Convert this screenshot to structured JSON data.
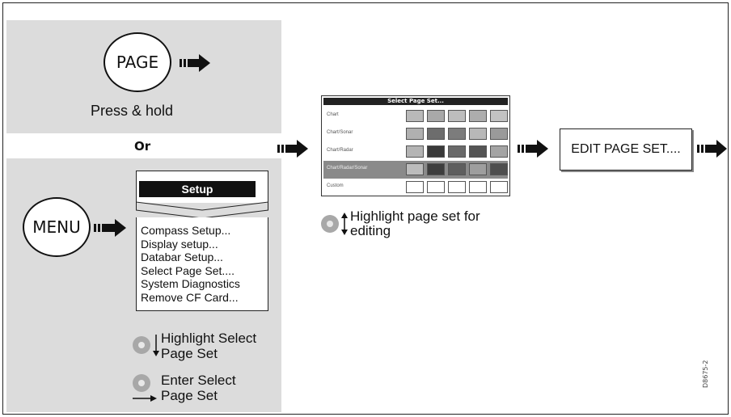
{
  "diagram_id": "D8675-2",
  "page_button": {
    "label": "PAGE",
    "hint": "Press & hold"
  },
  "or_label": "Or",
  "menu_button": {
    "label": "MENU"
  },
  "setup_menu": {
    "title": "Setup",
    "items": [
      "Compass Setup...",
      "Display setup...",
      "Databar Setup...",
      "Select Page Set....",
      "System Diagnostics",
      "Remove CF Card..."
    ]
  },
  "nav_steps": [
    {
      "line1": "Highlight Select",
      "line2": "Page Set",
      "icon": "trackpad-down-icon"
    },
    {
      "line1": "Enter Select",
      "line2": "Page Set",
      "icon": "trackpad-enter-icon"
    }
  ],
  "select_page_set_screen": {
    "title": "Select Page Set...",
    "rows": [
      "Chart",
      "Chart/Sonar",
      "Chart/Radar",
      "Chart/Radar/Sonar",
      "Custom"
    ],
    "highlighted_row": 3
  },
  "highlight_step": {
    "line1": "Highlight page set for",
    "line2": "editing",
    "icon": "trackpad-updown-icon"
  },
  "edit_button": {
    "label": "EDIT PAGE SET...."
  },
  "colors": {
    "panel": "#dcdcdc",
    "arrow": "#111111",
    "highlight_row": "#8a8a8a"
  }
}
